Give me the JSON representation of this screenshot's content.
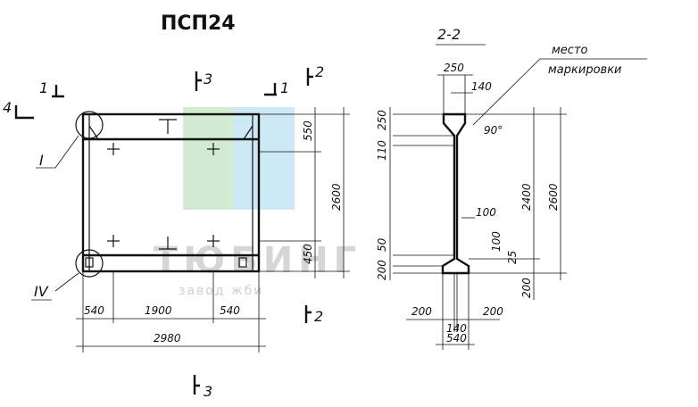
{
  "title": "ПСП24",
  "section_labels": {
    "s1_left": "1",
    "s1_right": "1",
    "s2_top": "2",
    "s2_bottom": "2",
    "s3_top": "3",
    "s3_bottom": "3",
    "s4": "4"
  },
  "section_title": "2-2",
  "nodes": {
    "node1": "I",
    "node4": "IV"
  },
  "front_dims": {
    "d540_left": "540",
    "d1900": "1900",
    "d540_right": "540",
    "d2980": "2980",
    "d550": "550",
    "d2600": "2600",
    "d450": "450"
  },
  "section_dims": {
    "d250_top": "250",
    "d140_top": "140",
    "d90": "90°",
    "d250_left": "250",
    "d110": "110",
    "d100": "100",
    "d50": "50",
    "d100b": "100",
    "d25": "25",
    "d200_left": "200",
    "d2400": "2400",
    "d2600": "2600",
    "d200_right": "200",
    "d200_bl": "200",
    "d200_br": "200",
    "d140_bot": "140",
    "d540_bot": "540"
  },
  "note": {
    "line1": "место",
    "line2": "маркировки"
  },
  "watermark": {
    "name": "ТЮБИНГ",
    "sub": "завод жби",
    "colors": {
      "green": "#cfe9cf",
      "blue": "#c9e7f5"
    }
  }
}
